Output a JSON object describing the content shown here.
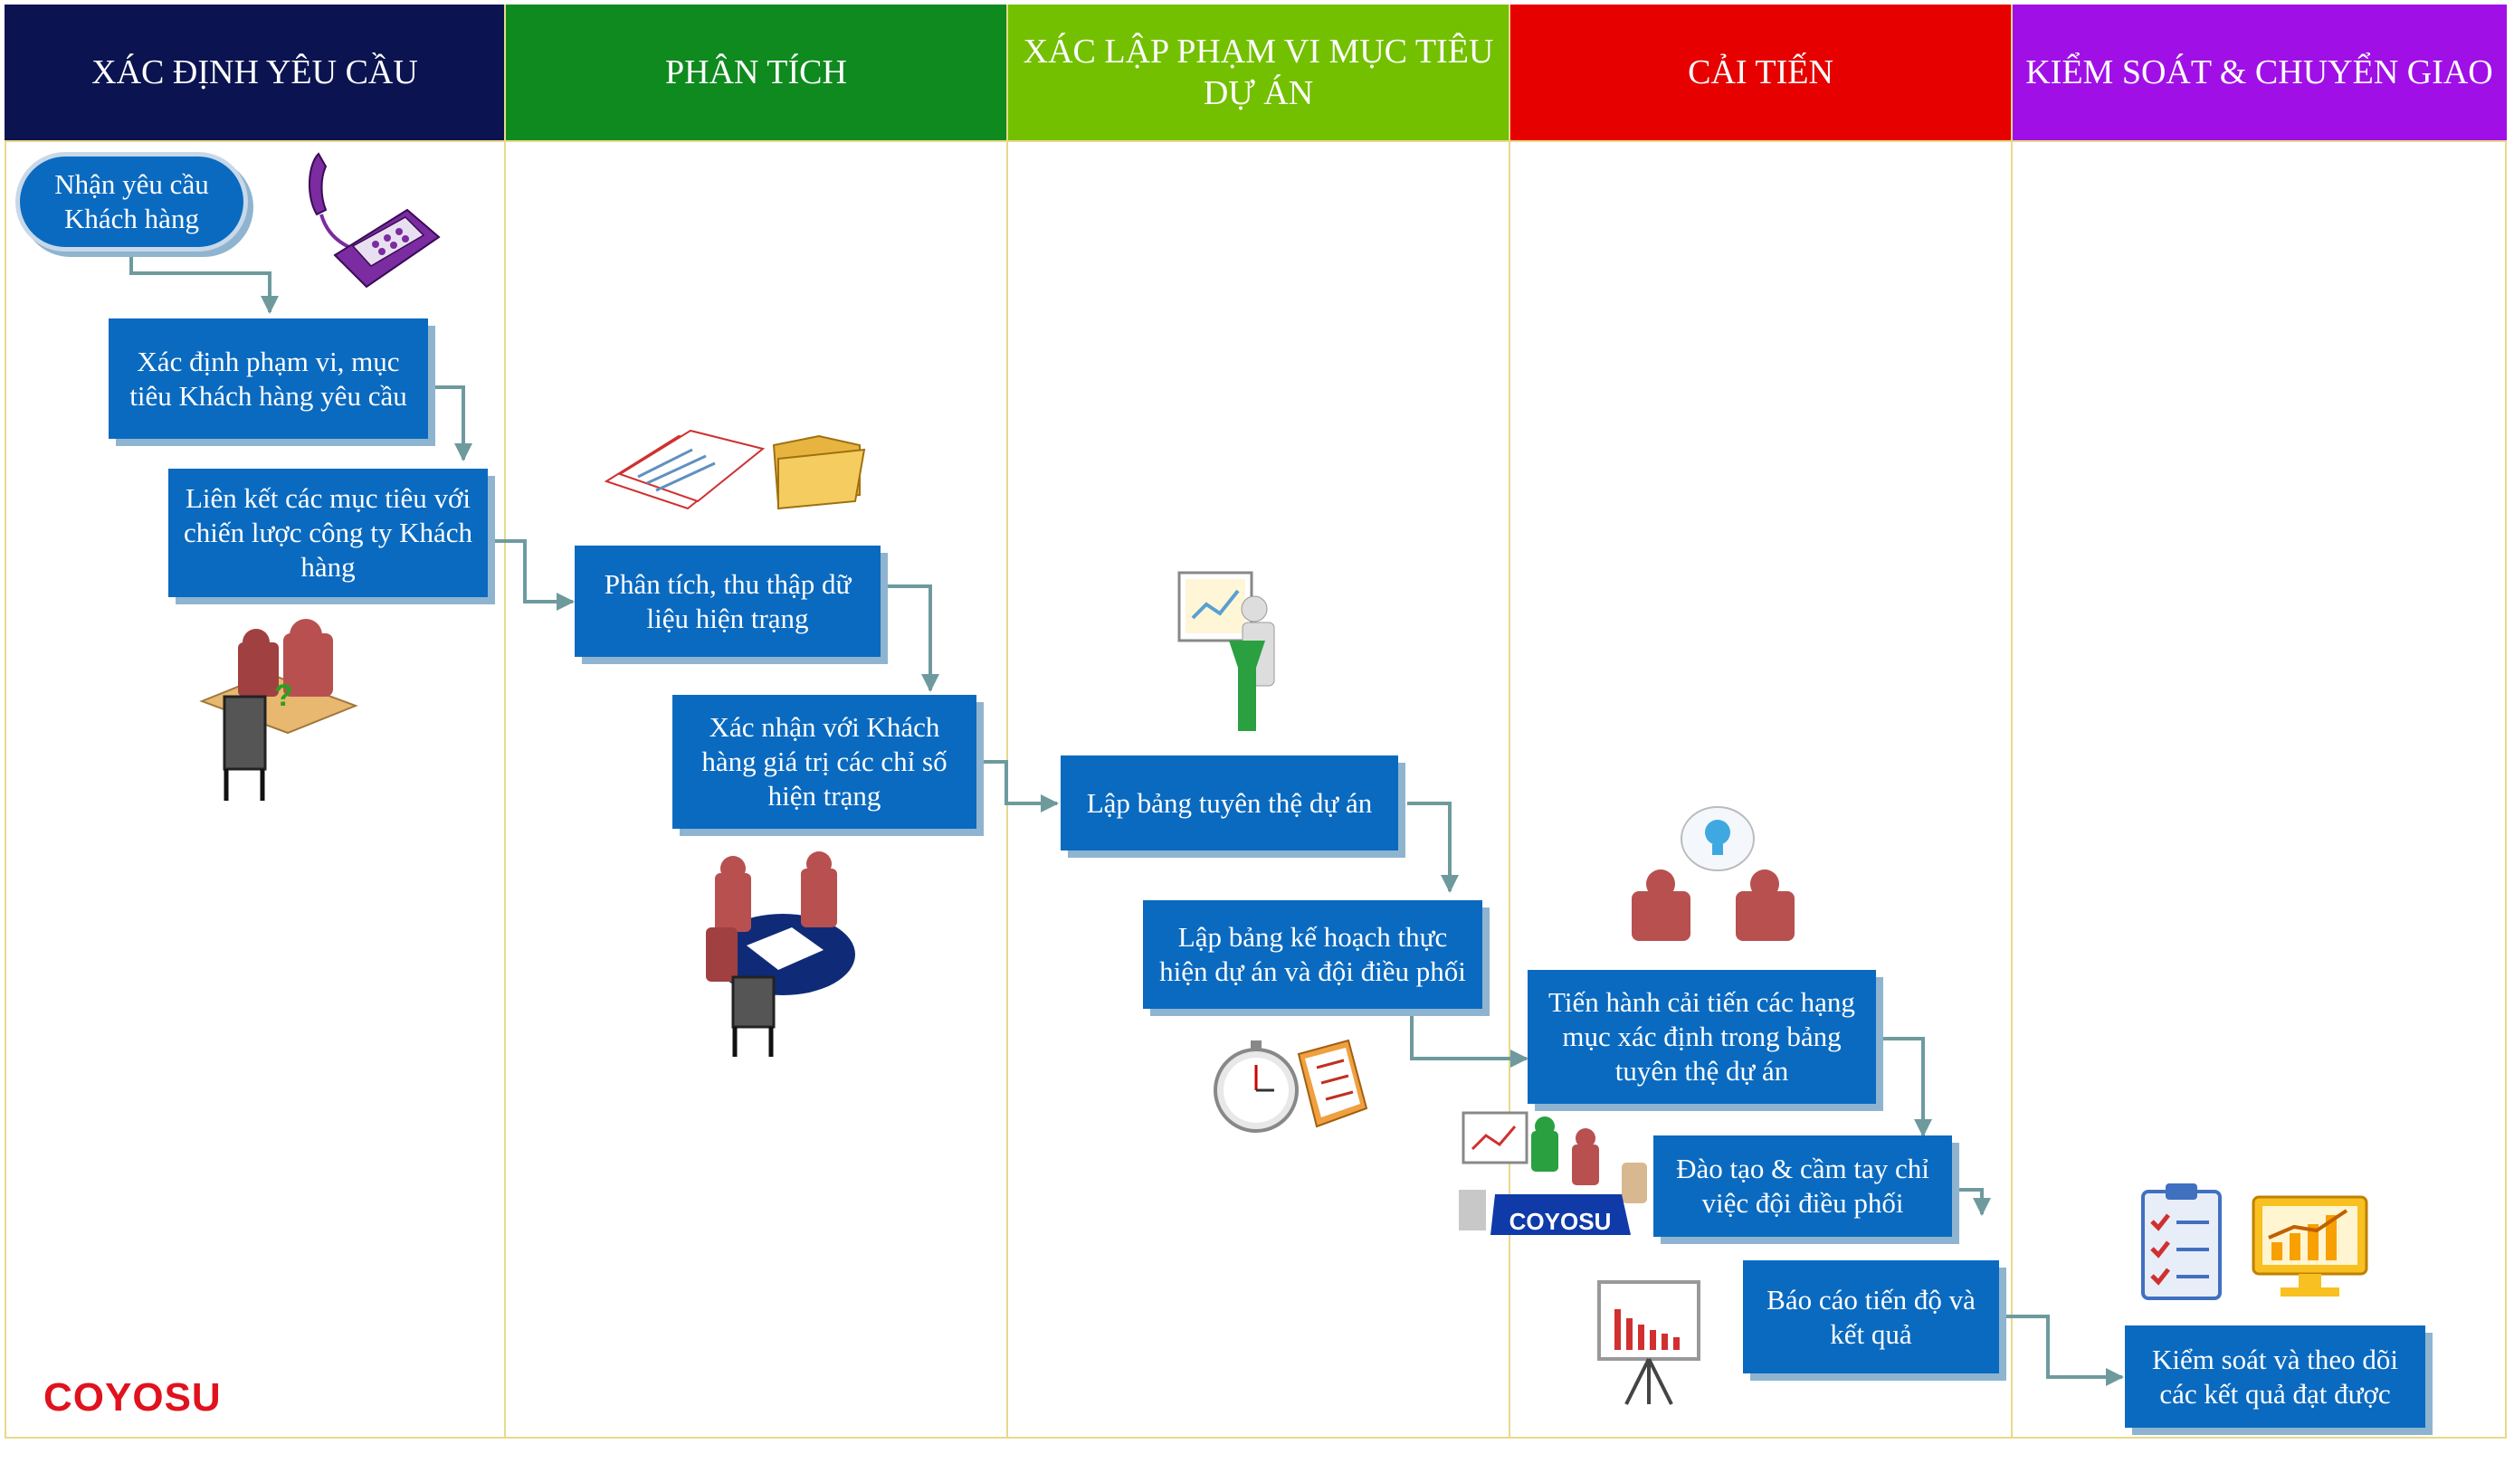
{
  "lanes": [
    {
      "title": "XÁC ĐỊNH YÊU CẦU",
      "color": "#0b1450"
    },
    {
      "title": "PHÂN TÍCH",
      "color": "#0f8a1f"
    },
    {
      "title": "XÁC LẬP PHẠM VI MỤC TIÊU DỰ ÁN",
      "color": "#73c000"
    },
    {
      "title": "CẢI TIẾN",
      "color": "#e60000"
    },
    {
      "title": "KIỂM SOÁT & CHUYỂN GIAO",
      "color": "#a010e6"
    }
  ],
  "steps": {
    "receive_request": "Nhận yêu cầu Khách hàng",
    "define_scope": "Xác định phạm vi, mục tiêu Khách hàng yêu cầu",
    "link_goals": "Liên kết các mục tiêu với chiến lược công ty Khách hàng",
    "analyze_data": "Phân tích, thu thập dữ liệu hiện trạng",
    "confirm_metrics": "Xác nhận với Khách hàng giá trị các chỉ số hiện trạng",
    "project_charter": "Lập bảng tuyên thệ dự án",
    "project_plan": "Lập bảng kế hoạch thực hiện dự án và đội điều phối",
    "implement_improvement": "Tiến hành cải tiến các hạng mục xác định trong bảng tuyên thệ dự án",
    "training": "Đào tạo & cầm tay chỉ việc đội điều phối",
    "report": "Báo cáo tiến độ và kết quả",
    "control": "Kiểm soát và theo dõi các kết quả đạt được"
  },
  "brand": {
    "logo_text": "COYOSU",
    "banner_text": "COYOSU",
    "brand_color": "#e0121d",
    "box_color": "#0a6ac0",
    "connector_color": "#6e9a9e"
  }
}
